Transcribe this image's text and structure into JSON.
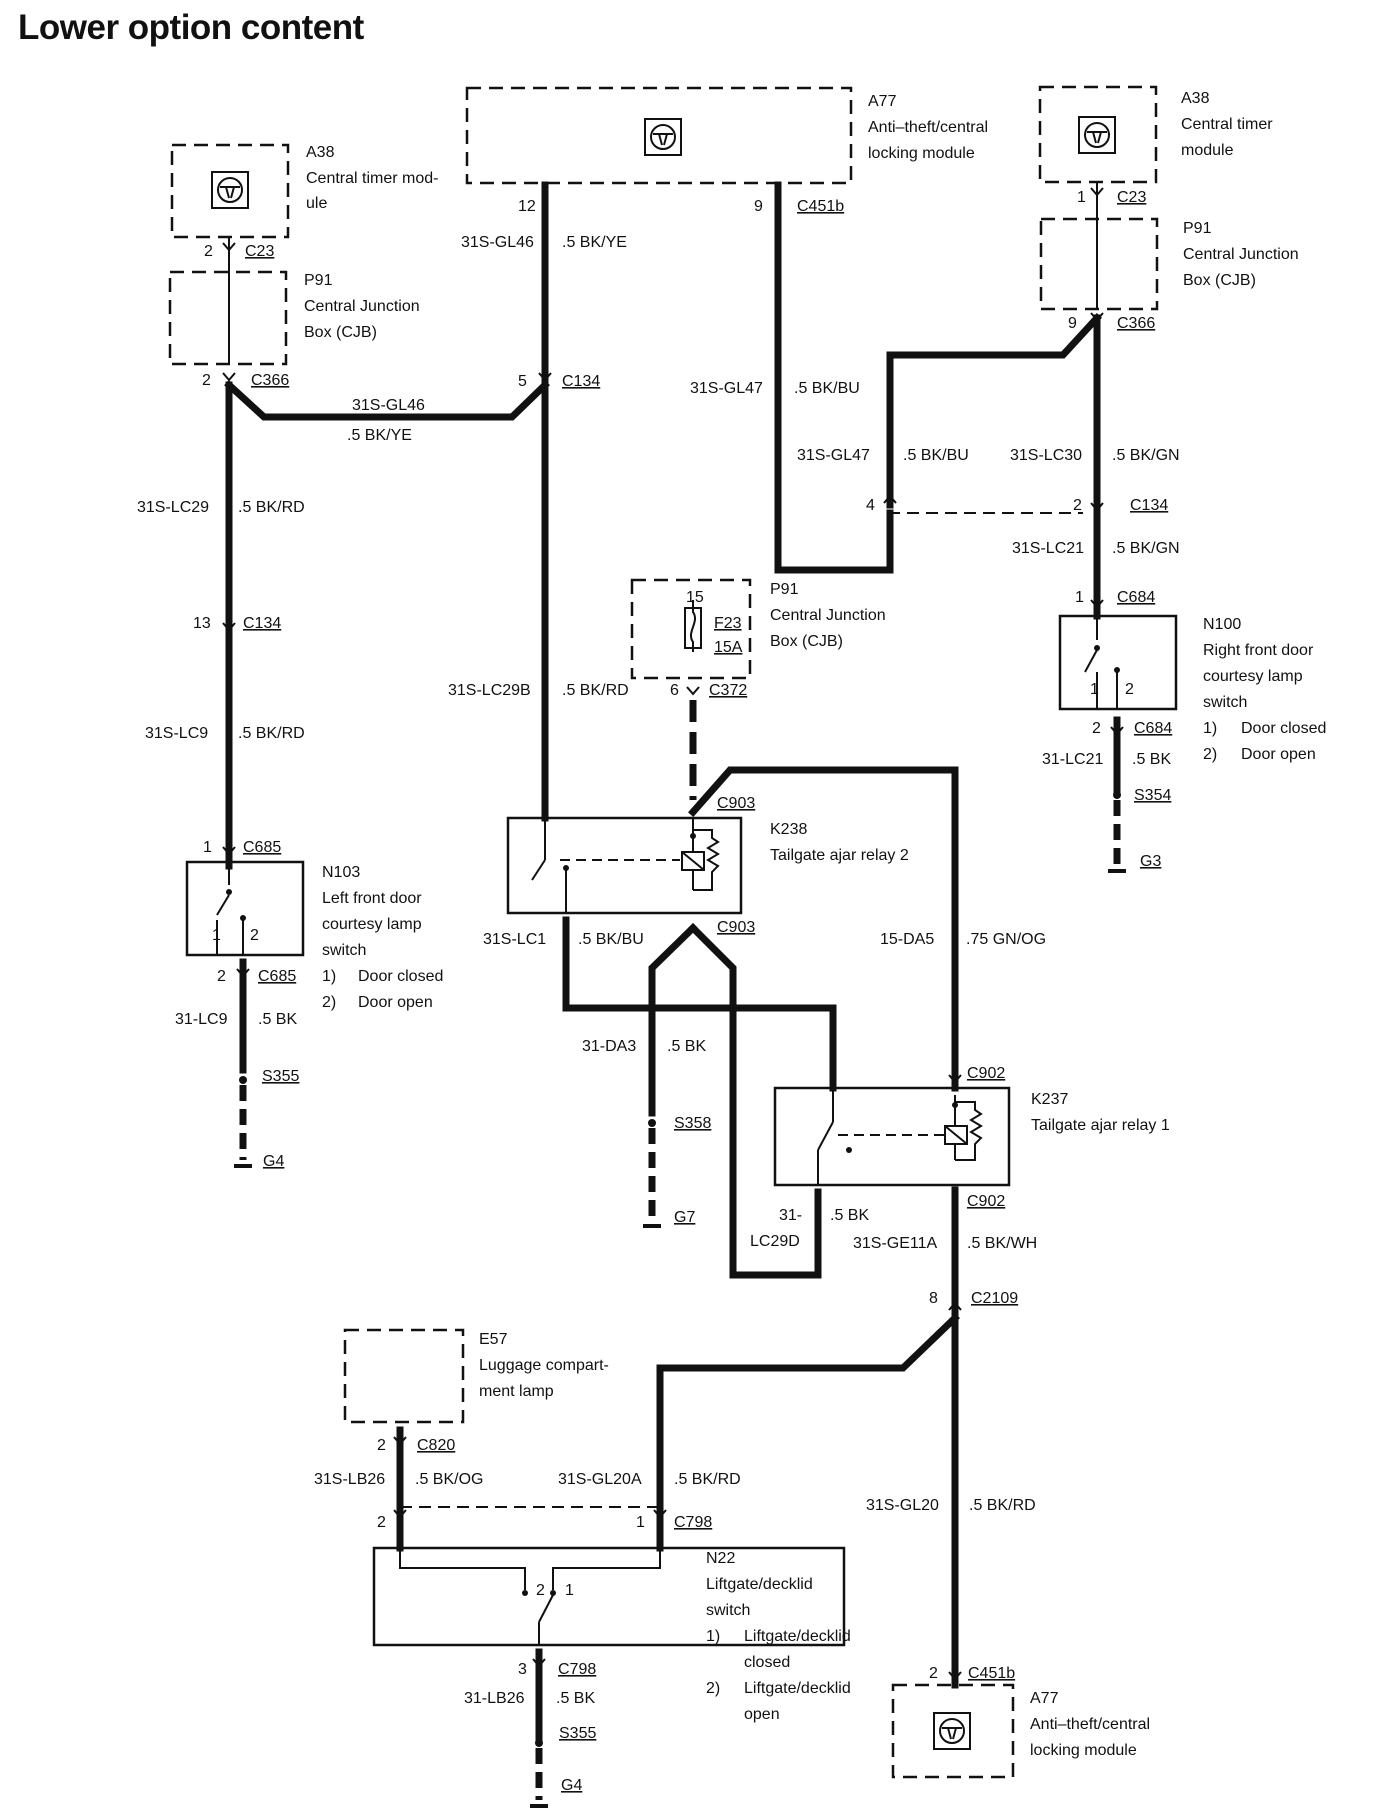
{
  "title": "Lower option content",
  "components": {
    "a38_left": {
      "id": "A38",
      "name1": "Central timer mod-",
      "name2": "ule"
    },
    "p91_left": {
      "id": "P91",
      "name1": "Central Junction",
      "name2": "Box (CJB)"
    },
    "a77_top": {
      "id": "A77",
      "name1": "Anti–theft/central",
      "name2": "locking module"
    },
    "a38_right": {
      "id": "A38",
      "name1": "Central timer",
      "name2": "module"
    },
    "p91_right": {
      "id": "P91",
      "name1": "Central Junction",
      "name2": "Box (CJB)"
    },
    "p91_fuse": {
      "id": "P91",
      "name1": "Central Junction",
      "name2": "Box (CJB)",
      "fuse": "F23",
      "rating": "15A",
      "pin_top": "15"
    },
    "k238": {
      "id": "K238",
      "name": "Tailgate ajar relay 2"
    },
    "k237": {
      "id": "K237",
      "name": "Tailgate ajar relay 1"
    },
    "n100": {
      "id": "N100",
      "name1": "Right front door",
      "name2": "courtesy lamp",
      "name3": "switch",
      "s1": "1)",
      "s1t": "Door closed",
      "s2": "2)",
      "s2t": "Door open",
      "p1": "1",
      "p2": "2"
    },
    "n103": {
      "id": "N103",
      "name1": "Left front door",
      "name2": "courtesy lamp",
      "name3": "switch",
      "s1": "1)",
      "s1t": "Door closed",
      "s2": "2)",
      "s2t": "Door open",
      "p1": "1",
      "p2": "2"
    },
    "e57": {
      "id": "E57",
      "name1": "Luggage compart-",
      "name2": "ment lamp"
    },
    "n22": {
      "id": "N22",
      "name1": "Liftgate/decklid",
      "name2": "switch",
      "s1": "1)",
      "s1a": "Liftgate/decklid",
      "s1b": "closed",
      "s2": "2)",
      "s2a": "Liftgate/decklid",
      "s2b": "open",
      "p1": "1",
      "p2": "2"
    },
    "a77_bottom": {
      "id": "A77",
      "name1": "Anti–theft/central",
      "name2": "locking module"
    }
  },
  "connectors": {
    "c23_l": {
      "pin": "2",
      "name": "C23"
    },
    "c366_l": {
      "pin": "2",
      "name": "C366"
    },
    "c134_5": {
      "pin": "5",
      "name": "C134"
    },
    "a77_12": {
      "pin": "12"
    },
    "c451b_9": {
      "pin": "9",
      "name": "C451b"
    },
    "c23_r": {
      "pin": "1",
      "name": "C23"
    },
    "c366_r": {
      "pin": "9",
      "name": "C366"
    },
    "c134_4": {
      "pin": "4"
    },
    "c134_2": {
      "pin": "2",
      "name": "C134"
    },
    "c684_1": {
      "pin": "1",
      "name": "C684"
    },
    "c684_2": {
      "pin": "2",
      "name": "C684"
    },
    "c134_13": {
      "pin": "13",
      "name": "C134"
    },
    "c685_1": {
      "pin": "1",
      "name": "C685"
    },
    "c685_2": {
      "pin": "2",
      "name": "C685"
    },
    "c372": {
      "pin": "6",
      "name": "C372"
    },
    "c903_top": {
      "name": "C903"
    },
    "c903_bot": {
      "name": "C903"
    },
    "c902_top": {
      "name": "C902"
    },
    "c902_bot": {
      "name": "C902"
    },
    "c2109": {
      "pin": "8",
      "name": "C2109"
    },
    "c820": {
      "pin": "2",
      "name": "C820"
    },
    "c798_2": {
      "pin": "2"
    },
    "c798_1": {
      "pin": "1",
      "name": "C798"
    },
    "c798_3": {
      "pin": "3",
      "name": "C798"
    },
    "c451b_2": {
      "pin": "2",
      "name": "C451b"
    }
  },
  "wires": {
    "gl46_a": {
      "code": "31S-GL46",
      "spec": ".5 BK/YE"
    },
    "gl46_b": {
      "code": "31S-GL46",
      "spec": ".5 BK/YE"
    },
    "gl47_a": {
      "code": "31S-GL47",
      "spec": ".5 BK/BU"
    },
    "gl47_b": {
      "code": "31S-GL47",
      "spec": ".5 BK/BU"
    },
    "lc30": {
      "code": "31S-LC30",
      "spec": ".5 BK/GN"
    },
    "lc21_s": {
      "code": "31S-LC21",
      "spec": ".5 BK/GN"
    },
    "lc21": {
      "code": "31-LC21",
      "spec": ".5 BK"
    },
    "lc29": {
      "code": "31S-LC29",
      "spec": ".5 BK/RD"
    },
    "lc9_s": {
      "code": "31S-LC9",
      "spec": ".5 BK/RD"
    },
    "lc9": {
      "code": "31-LC9",
      "spec": ".5 BK"
    },
    "lc29b": {
      "code": "31S-LC29B",
      "spec": ".5 BK/RD"
    },
    "lc1": {
      "code": "31S-LC1",
      "spec": ".5 BK/BU"
    },
    "da5": {
      "code": "15-DA5",
      "spec": ".75 GN/OG"
    },
    "da3": {
      "code": "31-DA3",
      "spec": ".5 BK"
    },
    "lc29d": {
      "code1": "31-",
      "code2": "LC29D",
      "spec": ".5 BK"
    },
    "ge11a": {
      "code": "31S-GE11A",
      "spec": ".5 BK/WH"
    },
    "lb26_s": {
      "code": "31S-LB26",
      "spec": ".5 BK/OG"
    },
    "gl20a": {
      "code": "31S-GL20A",
      "spec": ".5 BK/RD"
    },
    "gl20": {
      "code": "31S-GL20",
      "spec": ".5 BK/RD"
    },
    "lb26": {
      "code": "31-LB26",
      "spec": ".5 BK"
    }
  },
  "splices": {
    "s354": "S354",
    "s355_a": "S355",
    "s358": "S358",
    "s355_b": "S355"
  },
  "grounds": {
    "g3": "G3",
    "g4_a": "G4",
    "g7": "G7",
    "g4_b": "G4"
  }
}
